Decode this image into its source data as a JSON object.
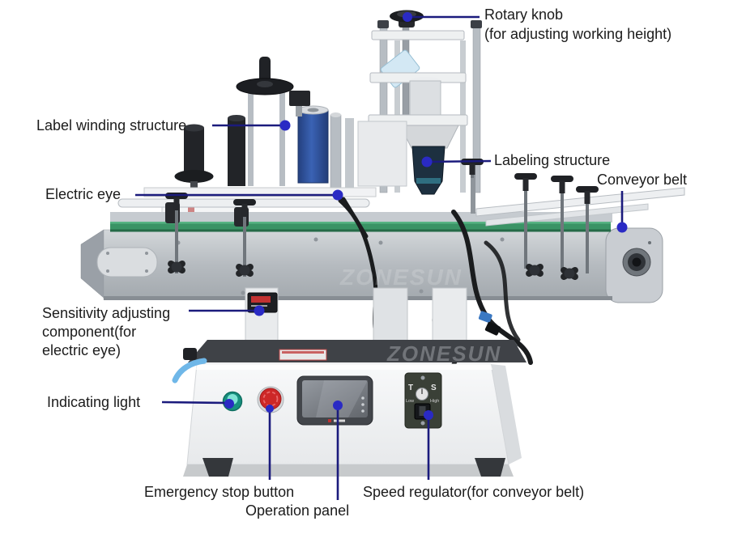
{
  "style": {
    "background": "#ffffff",
    "leader_color": "#1b1b7d",
    "dot_color": "#2a2ac4",
    "text_color": "#1b1b1b",
    "belt_green": "#3a9365",
    "roll_blue": "#2c4e9c",
    "emergency_red": "#cd2727",
    "indicator_teal": "#17907f"
  },
  "watermark": "ZONESUN",
  "speed_panel": {
    "t": "T",
    "s": "S",
    "low": "Low",
    "high": "High"
  },
  "callouts": {
    "rotary_knob": {
      "line1": "Rotary knob",
      "line2": "(for adjusting working height)"
    },
    "label_winding": {
      "text": "Label winding structure"
    },
    "electric_eye": {
      "text": "Electric eye"
    },
    "labeling_structure": {
      "text": "Labeling structure"
    },
    "conveyor_belt": {
      "text": "Conveyor belt"
    },
    "sensitivity": {
      "line1": "Sensitivity adjusting",
      "line2": "component(for",
      "line3": "electric eye)"
    },
    "indicating_light": {
      "text": "Indicating light"
    },
    "emergency_stop": {
      "text": "Emergency stop button"
    },
    "operation_panel": {
      "text": "Operation panel"
    },
    "speed_regulator": {
      "text": "Speed regulator(for conveyor belt)"
    }
  }
}
